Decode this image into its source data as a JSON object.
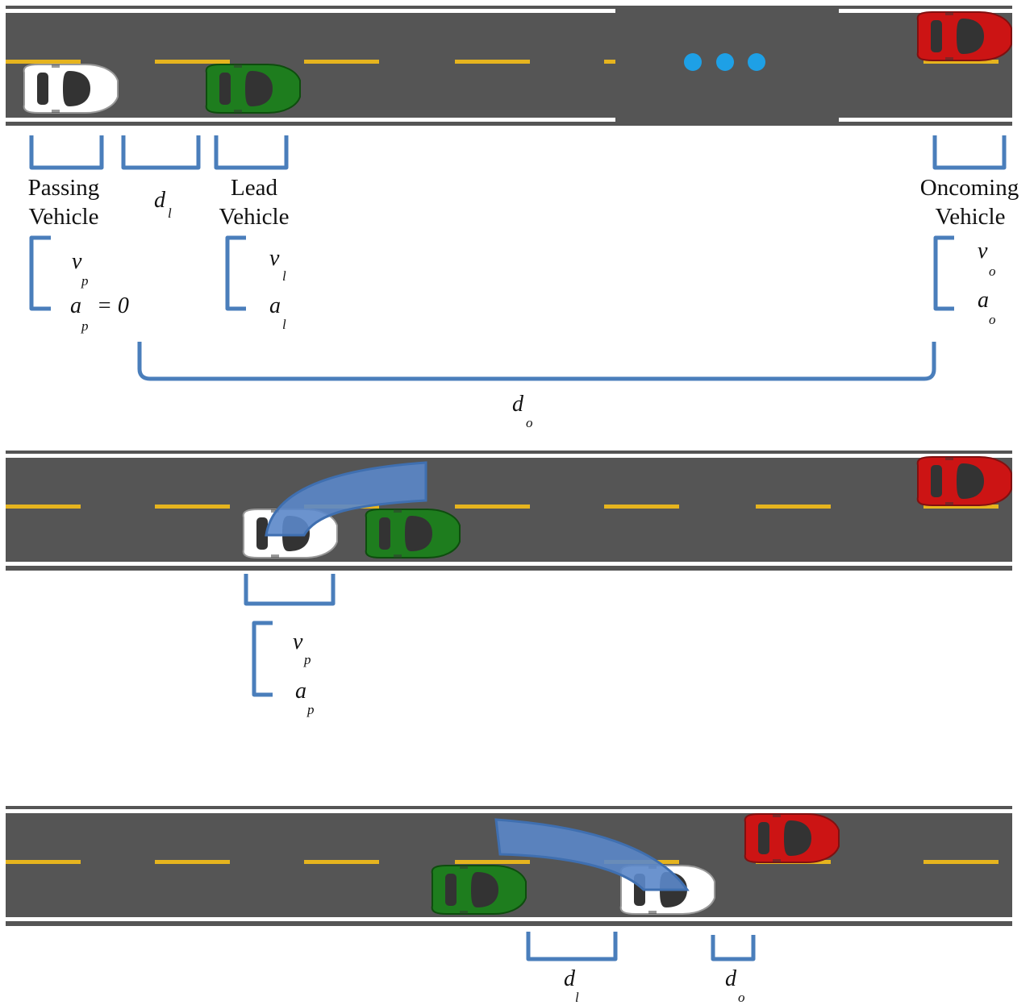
{
  "labels": {
    "passing_1": "Passing",
    "passing_2": "Vehicle",
    "lead_1": "Lead",
    "lead_2": "Vehicle",
    "oncoming_1": "Oncoming",
    "oncoming_2": "Vehicle"
  },
  "vars": {
    "d": "d",
    "v": "v",
    "a": "a",
    "sub_l": "l",
    "sub_o": "o",
    "sub_p": "p",
    "equals_zero": "= 0"
  },
  "colors": {
    "road": "#555555",
    "lane_dash": "#e6b41e",
    "edge_line": "#ffffff",
    "bracket": "#4a7ebb",
    "maneuver_arrow": "#5b87c9",
    "passing_vehicle": "#ffffff",
    "lead_vehicle": "#1e7d1e",
    "oncoming_vehicle": "#cc1414",
    "ellipsis_dots": "#1ea0e6"
  },
  "icons": [
    "white-car-icon",
    "green-car-icon",
    "red-car-icon",
    "ellipsis-dots-icon",
    "maneuver-arrow-icon"
  ]
}
